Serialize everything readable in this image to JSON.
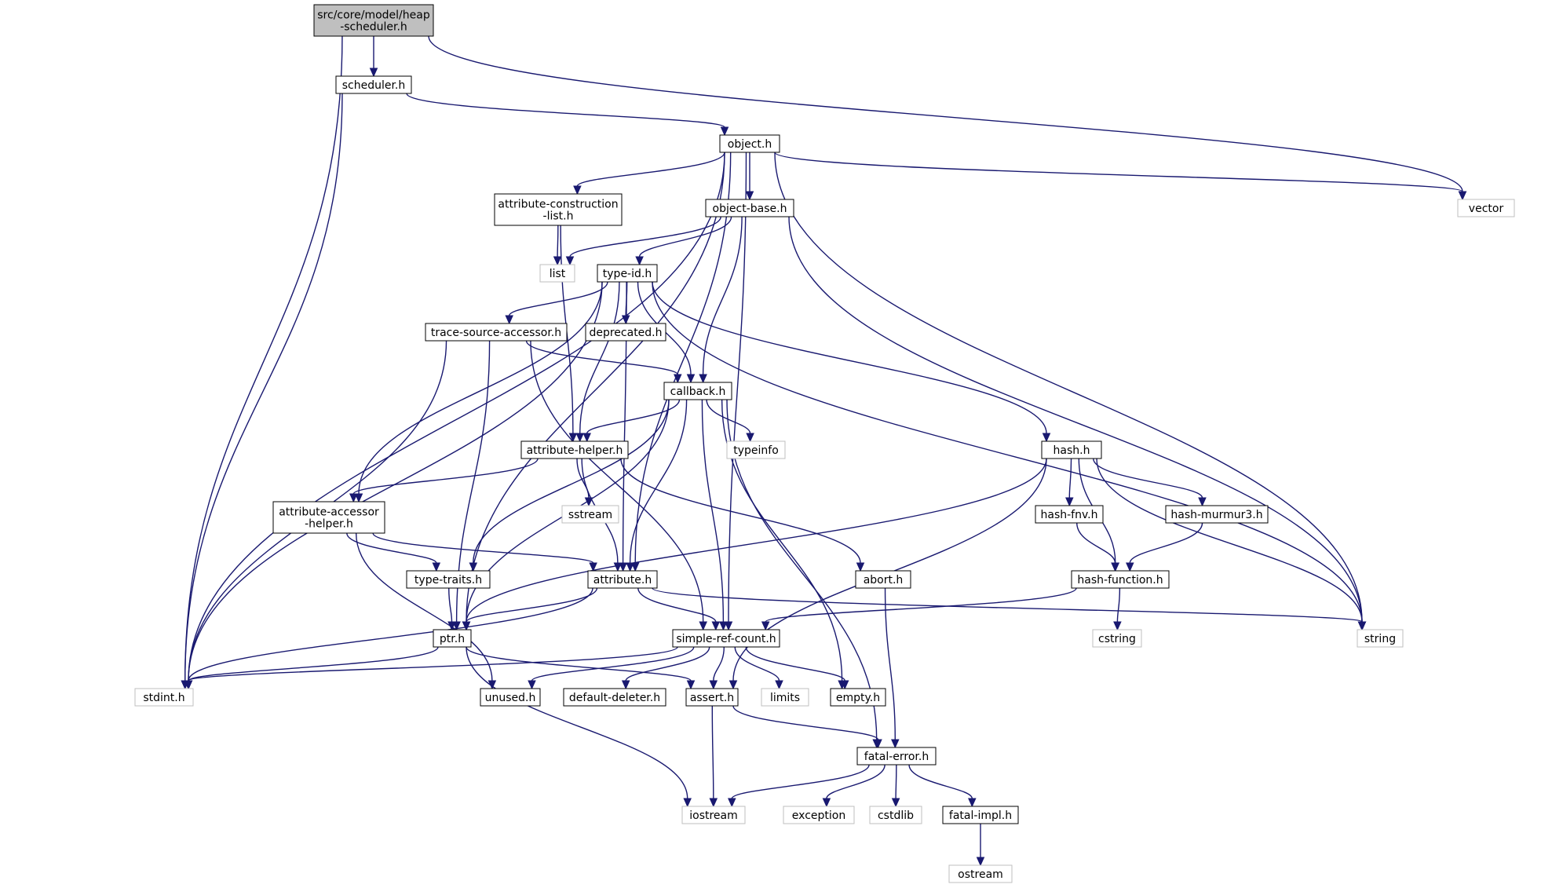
{
  "diagram": {
    "colors": {
      "edge": "#191970",
      "root_fill": "#bfbfbf",
      "node_fill": "#ffffff",
      "node_border": "#000000",
      "external_border": "#bfbfbf",
      "external_text": "#404040"
    },
    "nodes": [
      {
        "id": "root",
        "kind": "root",
        "lines": [
          "src/core/model/heap",
          "-scheduler.h"
        ]
      },
      {
        "id": "scheduler",
        "kind": "header",
        "lines": [
          "scheduler.h"
        ]
      },
      {
        "id": "object",
        "kind": "header",
        "lines": [
          "object.h"
        ]
      },
      {
        "id": "vector",
        "kind": "external",
        "lines": [
          "vector"
        ]
      },
      {
        "id": "attrconst",
        "kind": "header",
        "lines": [
          "attribute-construction",
          "-list.h"
        ]
      },
      {
        "id": "objectbase",
        "kind": "header",
        "lines": [
          "object-base.h"
        ]
      },
      {
        "id": "list",
        "kind": "external",
        "lines": [
          "list"
        ]
      },
      {
        "id": "typeid",
        "kind": "header",
        "lines": [
          "type-id.h"
        ]
      },
      {
        "id": "tsa",
        "kind": "header",
        "lines": [
          "trace-source-accessor.h"
        ]
      },
      {
        "id": "deprecated",
        "kind": "header",
        "lines": [
          "deprecated.h"
        ]
      },
      {
        "id": "callback",
        "kind": "header",
        "lines": [
          "callback.h"
        ]
      },
      {
        "id": "attrhelper",
        "kind": "header",
        "lines": [
          "attribute-helper.h"
        ]
      },
      {
        "id": "typeinfo",
        "kind": "external",
        "lines": [
          "typeinfo"
        ]
      },
      {
        "id": "hash",
        "kind": "header",
        "lines": [
          "hash.h"
        ]
      },
      {
        "id": "aah",
        "kind": "header",
        "lines": [
          "attribute-accessor",
          "-helper.h"
        ]
      },
      {
        "id": "sstream",
        "kind": "external",
        "lines": [
          "sstream"
        ]
      },
      {
        "id": "hashfnv",
        "kind": "header",
        "lines": [
          "hash-fnv.h"
        ]
      },
      {
        "id": "hashmm3",
        "kind": "header",
        "lines": [
          "hash-murmur3.h"
        ]
      },
      {
        "id": "typetraits",
        "kind": "header",
        "lines": [
          "type-traits.h"
        ]
      },
      {
        "id": "attribute",
        "kind": "header",
        "lines": [
          "attribute.h"
        ]
      },
      {
        "id": "abort",
        "kind": "header",
        "lines": [
          "abort.h"
        ]
      },
      {
        "id": "hashfunc",
        "kind": "header",
        "lines": [
          "hash-function.h"
        ]
      },
      {
        "id": "ptr",
        "kind": "header",
        "lines": [
          "ptr.h"
        ]
      },
      {
        "id": "src",
        "kind": "header",
        "lines": [
          "simple-ref-count.h"
        ]
      },
      {
        "id": "cstring",
        "kind": "external",
        "lines": [
          "cstring"
        ]
      },
      {
        "id": "string",
        "kind": "external",
        "lines": [
          "string"
        ]
      },
      {
        "id": "stdint",
        "kind": "external",
        "lines": [
          "stdint.h"
        ]
      },
      {
        "id": "unused",
        "kind": "header",
        "lines": [
          "unused.h"
        ]
      },
      {
        "id": "defdel",
        "kind": "header",
        "lines": [
          "default-deleter.h"
        ]
      },
      {
        "id": "assert",
        "kind": "header",
        "lines": [
          "assert.h"
        ]
      },
      {
        "id": "limits",
        "kind": "external",
        "lines": [
          "limits"
        ]
      },
      {
        "id": "empty",
        "kind": "header",
        "lines": [
          "empty.h"
        ]
      },
      {
        "id": "fatalerror",
        "kind": "header",
        "lines": [
          "fatal-error.h"
        ]
      },
      {
        "id": "iostream",
        "kind": "external",
        "lines": [
          "iostream"
        ]
      },
      {
        "id": "exception",
        "kind": "external",
        "lines": [
          "exception"
        ]
      },
      {
        "id": "cstdlib",
        "kind": "external",
        "lines": [
          "cstdlib"
        ]
      },
      {
        "id": "fatalimpl",
        "kind": "header",
        "lines": [
          "fatal-impl.h"
        ]
      },
      {
        "id": "ostream",
        "kind": "external",
        "lines": [
          "ostream"
        ]
      }
    ],
    "edges": [
      {
        "from": "root",
        "to": "scheduler"
      },
      {
        "from": "root",
        "to": "stdint"
      },
      {
        "from": "root",
        "to": "vector"
      },
      {
        "from": "scheduler",
        "to": "object"
      },
      {
        "from": "scheduler",
        "to": "stdint"
      },
      {
        "from": "object",
        "to": "vector"
      },
      {
        "from": "object",
        "to": "attrconst"
      },
      {
        "from": "object",
        "to": "objectbase"
      },
      {
        "from": "object",
        "to": "stdint"
      },
      {
        "from": "object",
        "to": "ptr"
      },
      {
        "from": "object",
        "to": "attribute"
      },
      {
        "from": "object",
        "to": "src"
      },
      {
        "from": "object",
        "to": "string"
      },
      {
        "from": "attrconst",
        "to": "list"
      },
      {
        "from": "attrconst",
        "to": "attrhelper"
      },
      {
        "from": "objectbase",
        "to": "list"
      },
      {
        "from": "objectbase",
        "to": "typeid"
      },
      {
        "from": "objectbase",
        "to": "callback"
      },
      {
        "from": "objectbase",
        "to": "string"
      },
      {
        "from": "typeid",
        "to": "tsa"
      },
      {
        "from": "typeid",
        "to": "deprecated"
      },
      {
        "from": "typeid",
        "to": "callback"
      },
      {
        "from": "typeid",
        "to": "hash"
      },
      {
        "from": "typeid",
        "to": "string"
      },
      {
        "from": "typeid",
        "to": "aah"
      },
      {
        "from": "typeid",
        "to": "attribute"
      },
      {
        "from": "typeid",
        "to": "stdint"
      },
      {
        "from": "typeid",
        "to": "attrhelper"
      },
      {
        "from": "tsa",
        "to": "callback"
      },
      {
        "from": "tsa",
        "to": "ptr"
      },
      {
        "from": "tsa",
        "to": "stdint"
      },
      {
        "from": "tsa",
        "to": "src"
      },
      {
        "from": "callback",
        "to": "attrhelper"
      },
      {
        "from": "callback",
        "to": "typeinfo"
      },
      {
        "from": "callback",
        "to": "attribute"
      },
      {
        "from": "callback",
        "to": "typetraits"
      },
      {
        "from": "callback",
        "to": "ptr"
      },
      {
        "from": "callback",
        "to": "src"
      },
      {
        "from": "callback",
        "to": "empty"
      },
      {
        "from": "callback",
        "to": "fatalerror"
      },
      {
        "from": "attrhelper",
        "to": "aah"
      },
      {
        "from": "attrhelper",
        "to": "sstream"
      },
      {
        "from": "attrhelper",
        "to": "attribute"
      },
      {
        "from": "attrhelper",
        "to": "abort"
      },
      {
        "from": "hash",
        "to": "hashfnv"
      },
      {
        "from": "hash",
        "to": "hashmm3"
      },
      {
        "from": "hash",
        "to": "hashfunc"
      },
      {
        "from": "hash",
        "to": "string"
      },
      {
        "from": "hash",
        "to": "ptr"
      },
      {
        "from": "hash",
        "to": "assert"
      },
      {
        "from": "aah",
        "to": "typetraits"
      },
      {
        "from": "aah",
        "to": "attribute"
      },
      {
        "from": "aah",
        "to": "unused"
      },
      {
        "from": "hashfnv",
        "to": "hashfunc"
      },
      {
        "from": "hashmm3",
        "to": "hashfunc"
      },
      {
        "from": "typetraits",
        "to": "ptr"
      },
      {
        "from": "attribute",
        "to": "ptr"
      },
      {
        "from": "attribute",
        "to": "src"
      },
      {
        "from": "attribute",
        "to": "string"
      },
      {
        "from": "attribute",
        "to": "stdint"
      },
      {
        "from": "abort",
        "to": "fatalerror"
      },
      {
        "from": "hashfunc",
        "to": "cstring"
      },
      {
        "from": "hashfunc",
        "to": "src"
      },
      {
        "from": "ptr",
        "to": "stdint"
      },
      {
        "from": "ptr",
        "to": "assert"
      },
      {
        "from": "ptr",
        "to": "iostream"
      },
      {
        "from": "src",
        "to": "stdint"
      },
      {
        "from": "src",
        "to": "unused"
      },
      {
        "from": "src",
        "to": "defdel"
      },
      {
        "from": "src",
        "to": "assert"
      },
      {
        "from": "src",
        "to": "limits"
      },
      {
        "from": "src",
        "to": "empty"
      },
      {
        "from": "assert",
        "to": "iostream"
      },
      {
        "from": "assert",
        "to": "fatalerror"
      },
      {
        "from": "fatalerror",
        "to": "iostream"
      },
      {
        "from": "fatalerror",
        "to": "exception"
      },
      {
        "from": "fatalerror",
        "to": "cstdlib"
      },
      {
        "from": "fatalerror",
        "to": "fatalimpl"
      },
      {
        "from": "fatalimpl",
        "to": "ostream"
      }
    ]
  }
}
